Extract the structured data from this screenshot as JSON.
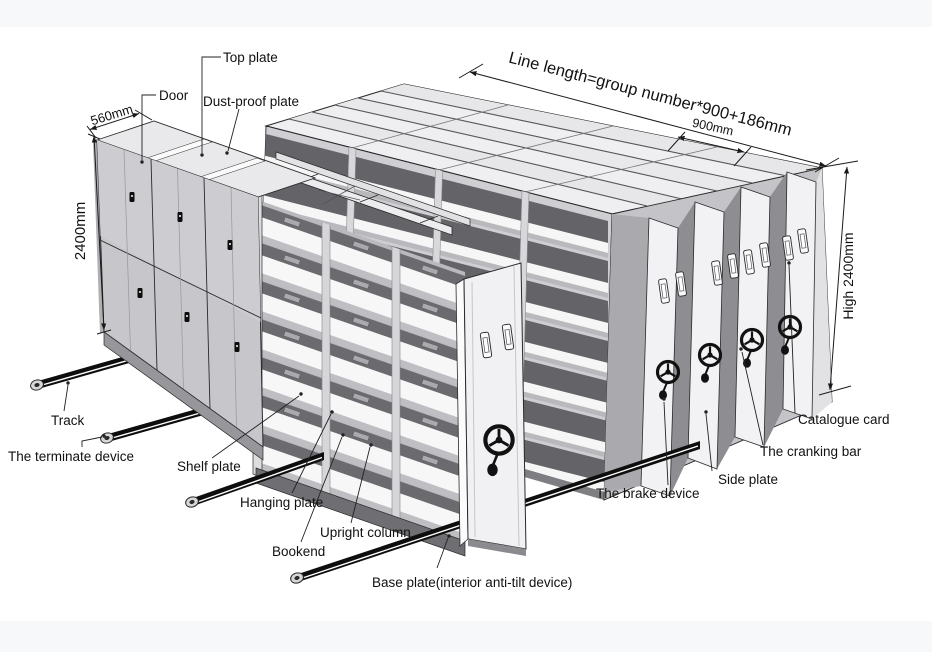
{
  "figure": {
    "type": "isometric line drawing",
    "subject": "Mobile compact shelving system parts diagram"
  },
  "dimensions": {
    "depth": "560mm",
    "height_left": "2400mm",
    "line_length": "Line length=group number*900+186mm",
    "unit_width": "900mm",
    "height_right": "High 2400mm"
  },
  "labels": {
    "top_plate": "Top plate",
    "door": "Door",
    "dust_proof_plate": "Dust-proof plate",
    "track": "Track",
    "terminate_device": "The terminate device",
    "shelf_plate": "Shelf plate",
    "hanging_plate": "Hanging plate",
    "bookend": "Bookend",
    "upright_column": "Upright column",
    "base_plate": "Base plate(interior anti-tilt device)",
    "brake_device": "The brake device",
    "side_plate": "Side plate",
    "cranking_bar": "The cranking bar",
    "catalogue_card": "Catalogue card"
  },
  "colors": {
    "ink": "#1a1a1a",
    "track_black": "#0e0e0e",
    "plate_light": "#f2f2f4",
    "door_gray": "#c7c7cb",
    "background_band": "#f7f8f9"
  },
  "icons": {
    "crank_wheel": "crank-wheel-icon",
    "catalogue_slot": "catalogue-card-slot",
    "keyhole": "door-keyhole-icon"
  }
}
